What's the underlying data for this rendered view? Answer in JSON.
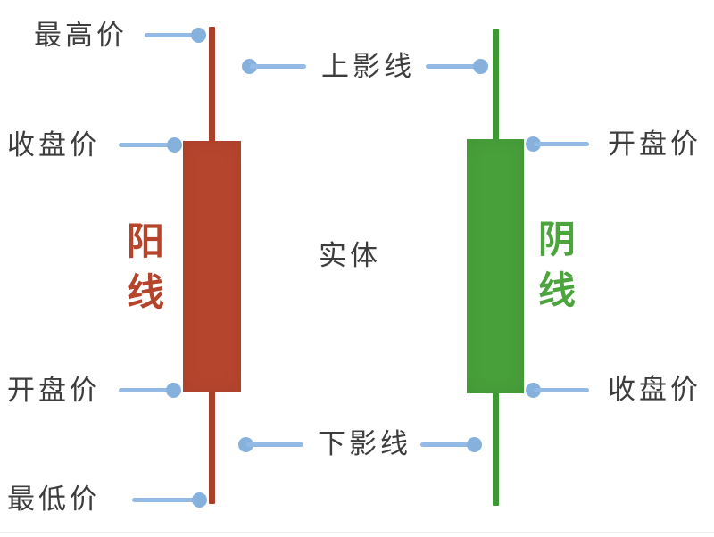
{
  "colors": {
    "background": "#ffffff",
    "bullish_body": "#b6452e",
    "bullish_wick": "#a8402a",
    "bearish_body": "#48a03a",
    "bearish_wick": "#3d9a33",
    "connector": "#93bae4",
    "connector_dot": "#87b1dd",
    "text": "#3d3d3d",
    "bullish_label": "#b4442c",
    "bearish_label": "#4ba53c"
  },
  "left_candle": {
    "type_label": "阳\n线",
    "high_label": "最高价",
    "close_label": "收盘价",
    "open_label": "开盘价",
    "low_label": "最低价"
  },
  "right_candle": {
    "type_label": "阴\n线",
    "open_label": "开盘价",
    "close_label": "收盘价"
  },
  "shared_labels": {
    "upper_shadow": "上影线",
    "real_body": "实体",
    "lower_shadow": "下影线"
  }
}
